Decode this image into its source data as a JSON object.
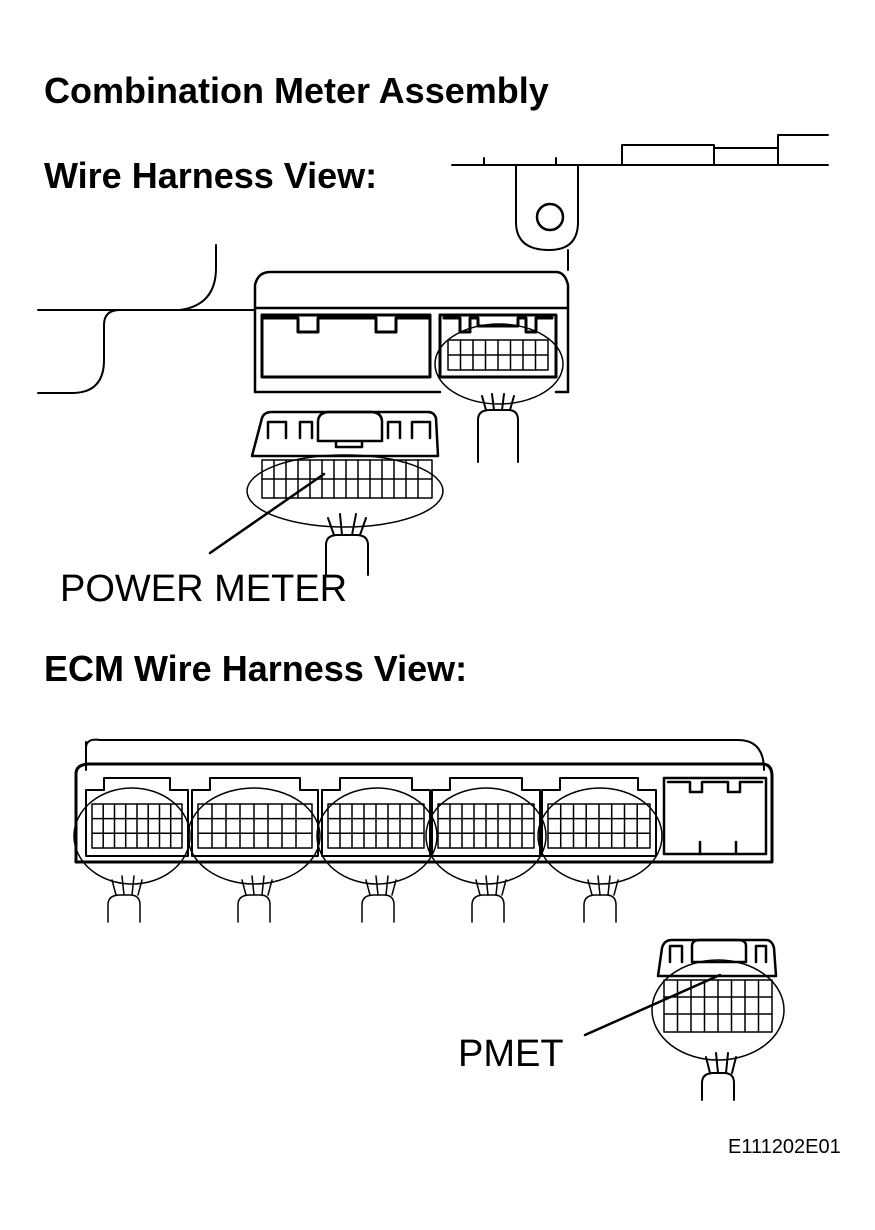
{
  "headings": {
    "title": "Combination Meter Assembly",
    "meter_view": "Wire Harness View:",
    "ecm_view": "ECM Wire Harness View:"
  },
  "callouts": {
    "power_meter": "POWER METER",
    "pmet": "PMET"
  },
  "figure_code": "E111202E01"
}
